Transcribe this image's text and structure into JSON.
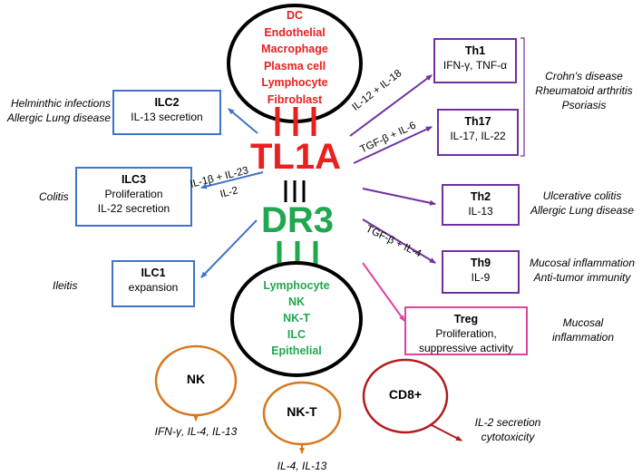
{
  "colors": {
    "red": "#e8201f",
    "green": "#1fa84f",
    "blue": "#3f73c9",
    "purple": "#7030a0",
    "pink": "#e0449c",
    "orange": "#d9771e",
    "darkred": "#b01d1d"
  },
  "ligand": "TL1A",
  "receptor": "DR3",
  "tl1a_sources": [
    "DC",
    "Endothelial",
    "Macrophage",
    "Plasma cell",
    "Lymphocyte",
    "Fibroblast"
  ],
  "dr3_expressing": [
    "Lymphocyte",
    "NK",
    "NK-T",
    "ILC",
    "Epithelial"
  ],
  "boxes": {
    "ilc2": {
      "title": "ILC2",
      "lines": [
        "IL-13 secretion"
      ]
    },
    "ilc3": {
      "title": "ILC3",
      "lines": [
        "Proliferation",
        "IL-22 secretion"
      ]
    },
    "ilc1": {
      "title": "ILC1",
      "lines": [
        "expansion"
      ]
    },
    "th1": {
      "title": "Th1",
      "lines": [
        "IFN-γ, TNF-α"
      ]
    },
    "th17": {
      "title": "Th17",
      "lines": [
        "IL-17, IL-22"
      ]
    },
    "th2": {
      "title": "Th2",
      "lines": [
        "IL-13"
      ]
    },
    "th9": {
      "title": "Th9",
      "lines": [
        "IL-9"
      ]
    },
    "treg": {
      "title": "Treg",
      "lines": [
        "Proliferation,",
        "suppressive activity"
      ]
    }
  },
  "arrow_labels": {
    "th1": "IL-12 + IL-18",
    "th17": "TGF-β + IL-6",
    "th9": "TGF-β + IL-4",
    "ilc3_line1": "IL-1β + IL-23",
    "ilc3_line2": "IL-2"
  },
  "diseases": {
    "ilc2": [
      "Helminthic infections",
      "Allergic Lung disease"
    ],
    "ilc3": [
      "Colitis"
    ],
    "ilc1": [
      "Ileitis"
    ],
    "th1_th17": [
      "Crohn's disease",
      "Rheumatoid arthritis",
      "Psoriasis"
    ],
    "th2": [
      "Ulcerative colitis",
      "Allergic Lung disease"
    ],
    "th9": [
      "Mucosal inflammation",
      "Anti-tumor immunity"
    ],
    "treg": [
      "Mucosal",
      "inflammation"
    ]
  },
  "effector_cells": {
    "nk": {
      "label": "NK",
      "output": "IFN-γ, IL-4, IL-13"
    },
    "nkt": {
      "label": "NK-T",
      "output": "IL-4, IL-13"
    },
    "cd8": {
      "label": "CD8+",
      "output_lines": [
        "IL-2 secretion",
        "cytotoxicity"
      ]
    }
  }
}
